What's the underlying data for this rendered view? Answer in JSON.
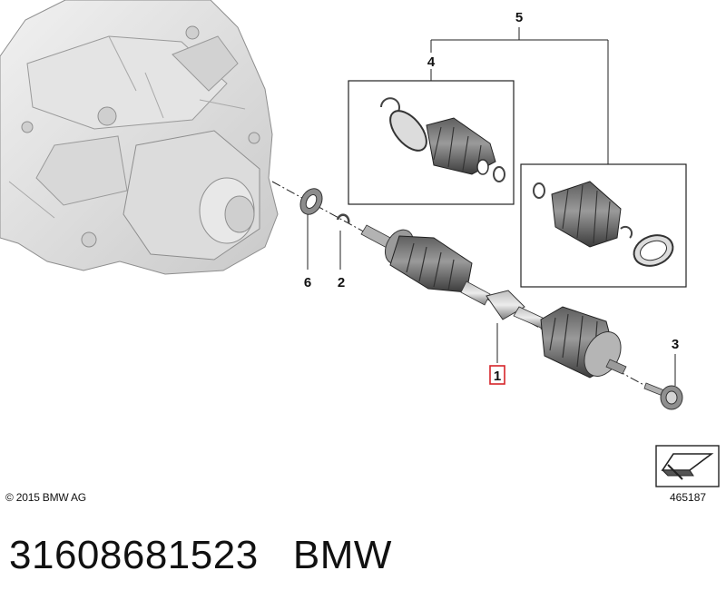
{
  "callouts": {
    "shaft": "1",
    "circlip": "2",
    "bolt": "3",
    "outer_boot_kit": "4",
    "joint_repair_kit": "5",
    "shaft_seal": "6"
  },
  "highlighted_callout": "shaft",
  "highlight_color": "#d6242a",
  "copyright": "© 2015 BMW AG",
  "diagram_number": "465187",
  "caption": {
    "part_number": "31608681523",
    "brand": "BMW"
  }
}
